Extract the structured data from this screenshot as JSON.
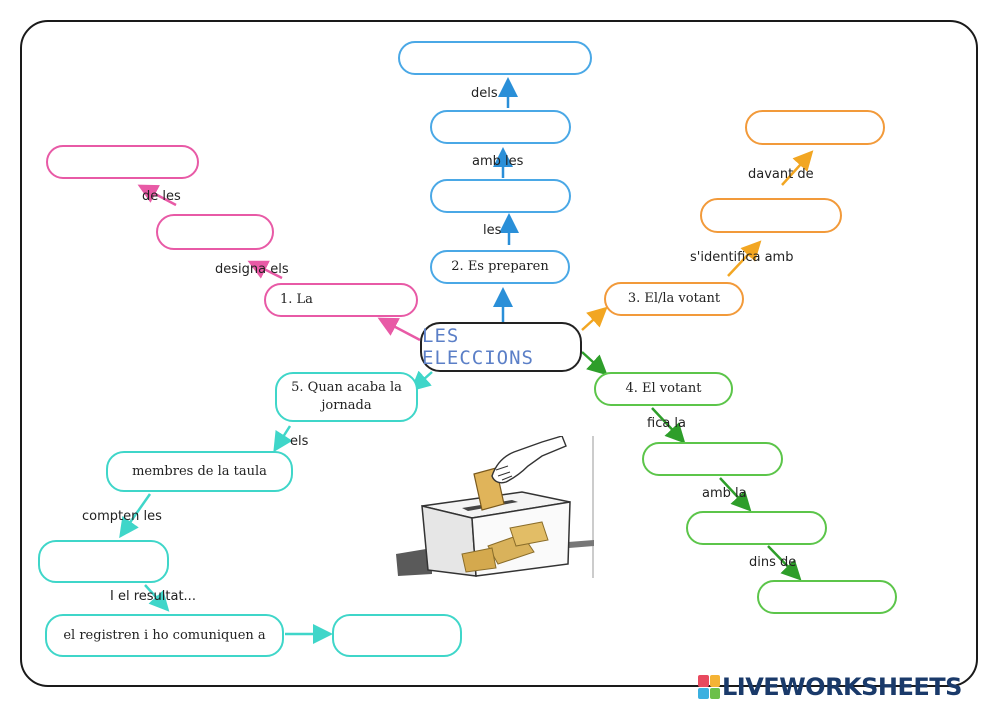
{
  "title": "LES ELECCIONS",
  "nodes": {
    "n1": "1. La",
    "n2": "2. Es preparen",
    "n3": "3. El/la votant",
    "n4": "4. El votant",
    "n5": "5. Quan acaba la jornada",
    "members": "membres de la taula",
    "register": "el registren i ho comuniquen a"
  },
  "labels": {
    "de_les": "de les",
    "designa_els": "designa els",
    "dels": "dels",
    "amb_les": "amb les",
    "les": "les",
    "davant_de": "davant de",
    "identifica": "s'identifica amb",
    "fica_la": "fica la",
    "amb_la": "amb la",
    "dins_de": "dins de",
    "els": "els",
    "compten_les": "compten les",
    "resultat": "I el resultat..."
  },
  "brand": "LIVEWORKSHEETS",
  "colors": {
    "pink": "#e85aa6",
    "blue": "#4aa8e6",
    "orange": "#f29a3a",
    "green": "#5cc54a",
    "teal": "#3fd6c9"
  }
}
